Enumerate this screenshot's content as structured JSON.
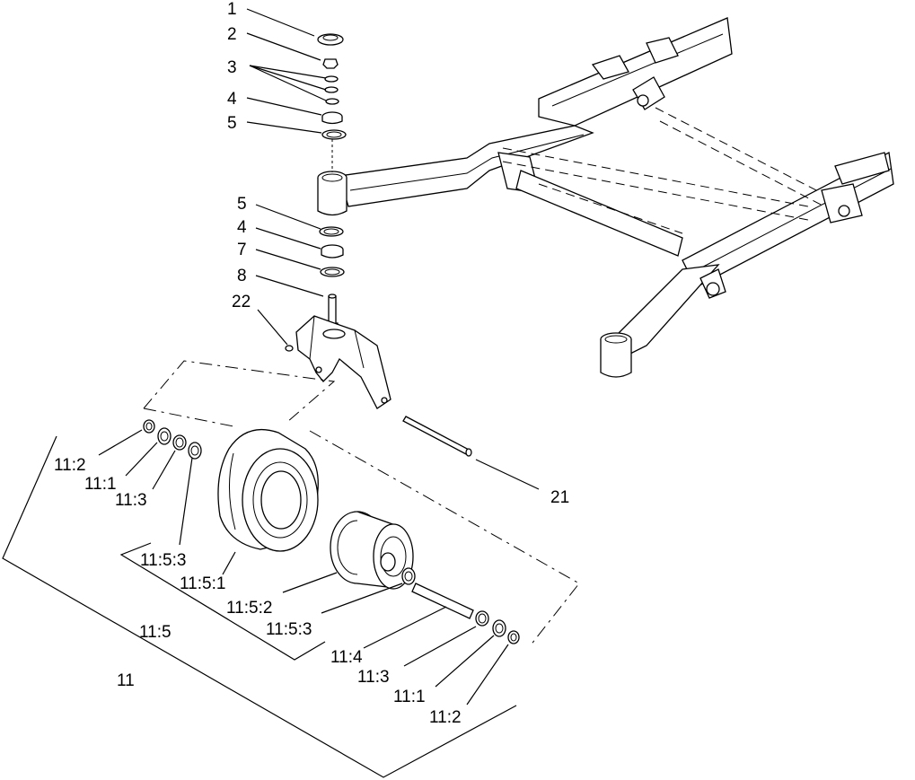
{
  "labels": {
    "p1": "1",
    "p2": "2",
    "p3": "3",
    "p4a": "4",
    "p5a": "5",
    "p5b": "5",
    "p4b": "4",
    "p7": "7",
    "p8": "8",
    "p22": "22",
    "p21": "21",
    "p11_2a": "11:2",
    "p11_1a": "11:1",
    "p11_3a": "11:3",
    "p11_5_3a": "11:5:3",
    "p11_5_1": "11:5:1",
    "p11_5_2": "11:5:2",
    "p11_5_3b": "11:5:3",
    "p11_5": "11:5",
    "p11_4": "11:4",
    "p11_3b": "11:3",
    "p11_1b": "11:1",
    "p11_2b": "11:2",
    "p11": "11"
  }
}
